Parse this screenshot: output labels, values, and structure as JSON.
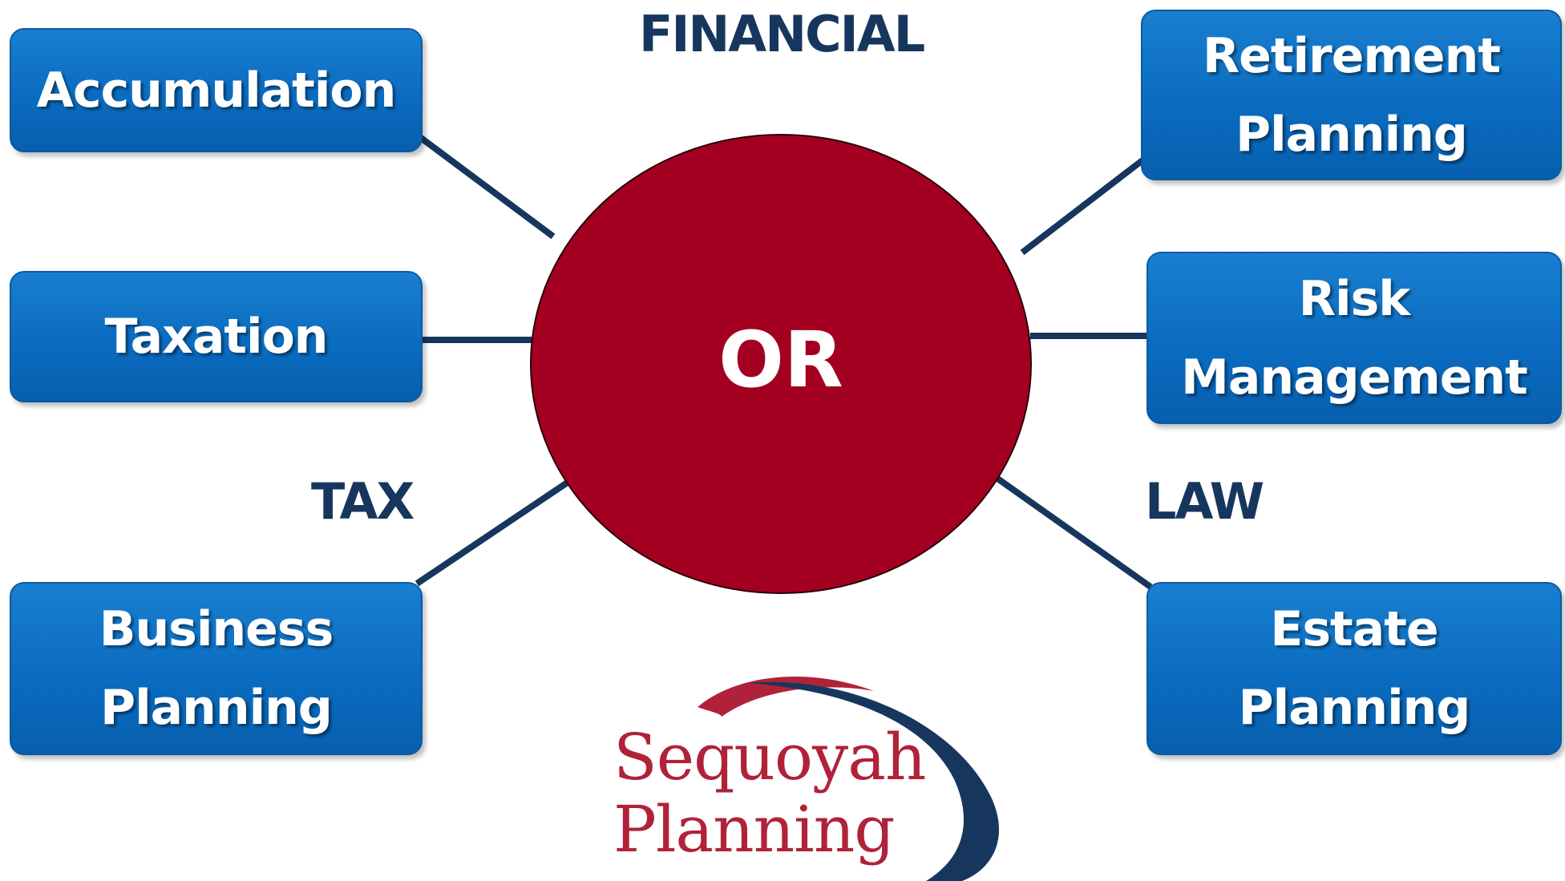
{
  "center": {
    "label": "OR"
  },
  "categories": {
    "financial": "FINANCIAL",
    "tax": "TAX",
    "law": "LAW"
  },
  "nodes": {
    "accumulation": "Accumulation",
    "taxation": "Taxation",
    "business_planning": "Business\nPlanning",
    "retirement_planning": "Retirement\nPlanning",
    "risk_management": "Risk\nManagement",
    "estate_planning": "Estate\nPlanning"
  },
  "logo": {
    "line1": "Sequoyah",
    "line2": "Planning"
  },
  "colors": {
    "node_fill": "#0a6cc0",
    "circle_fill": "#a30021",
    "category_text": "#17365d",
    "connector": "#17365d",
    "logo_red": "#b0223a",
    "logo_navy": "#17365d"
  }
}
